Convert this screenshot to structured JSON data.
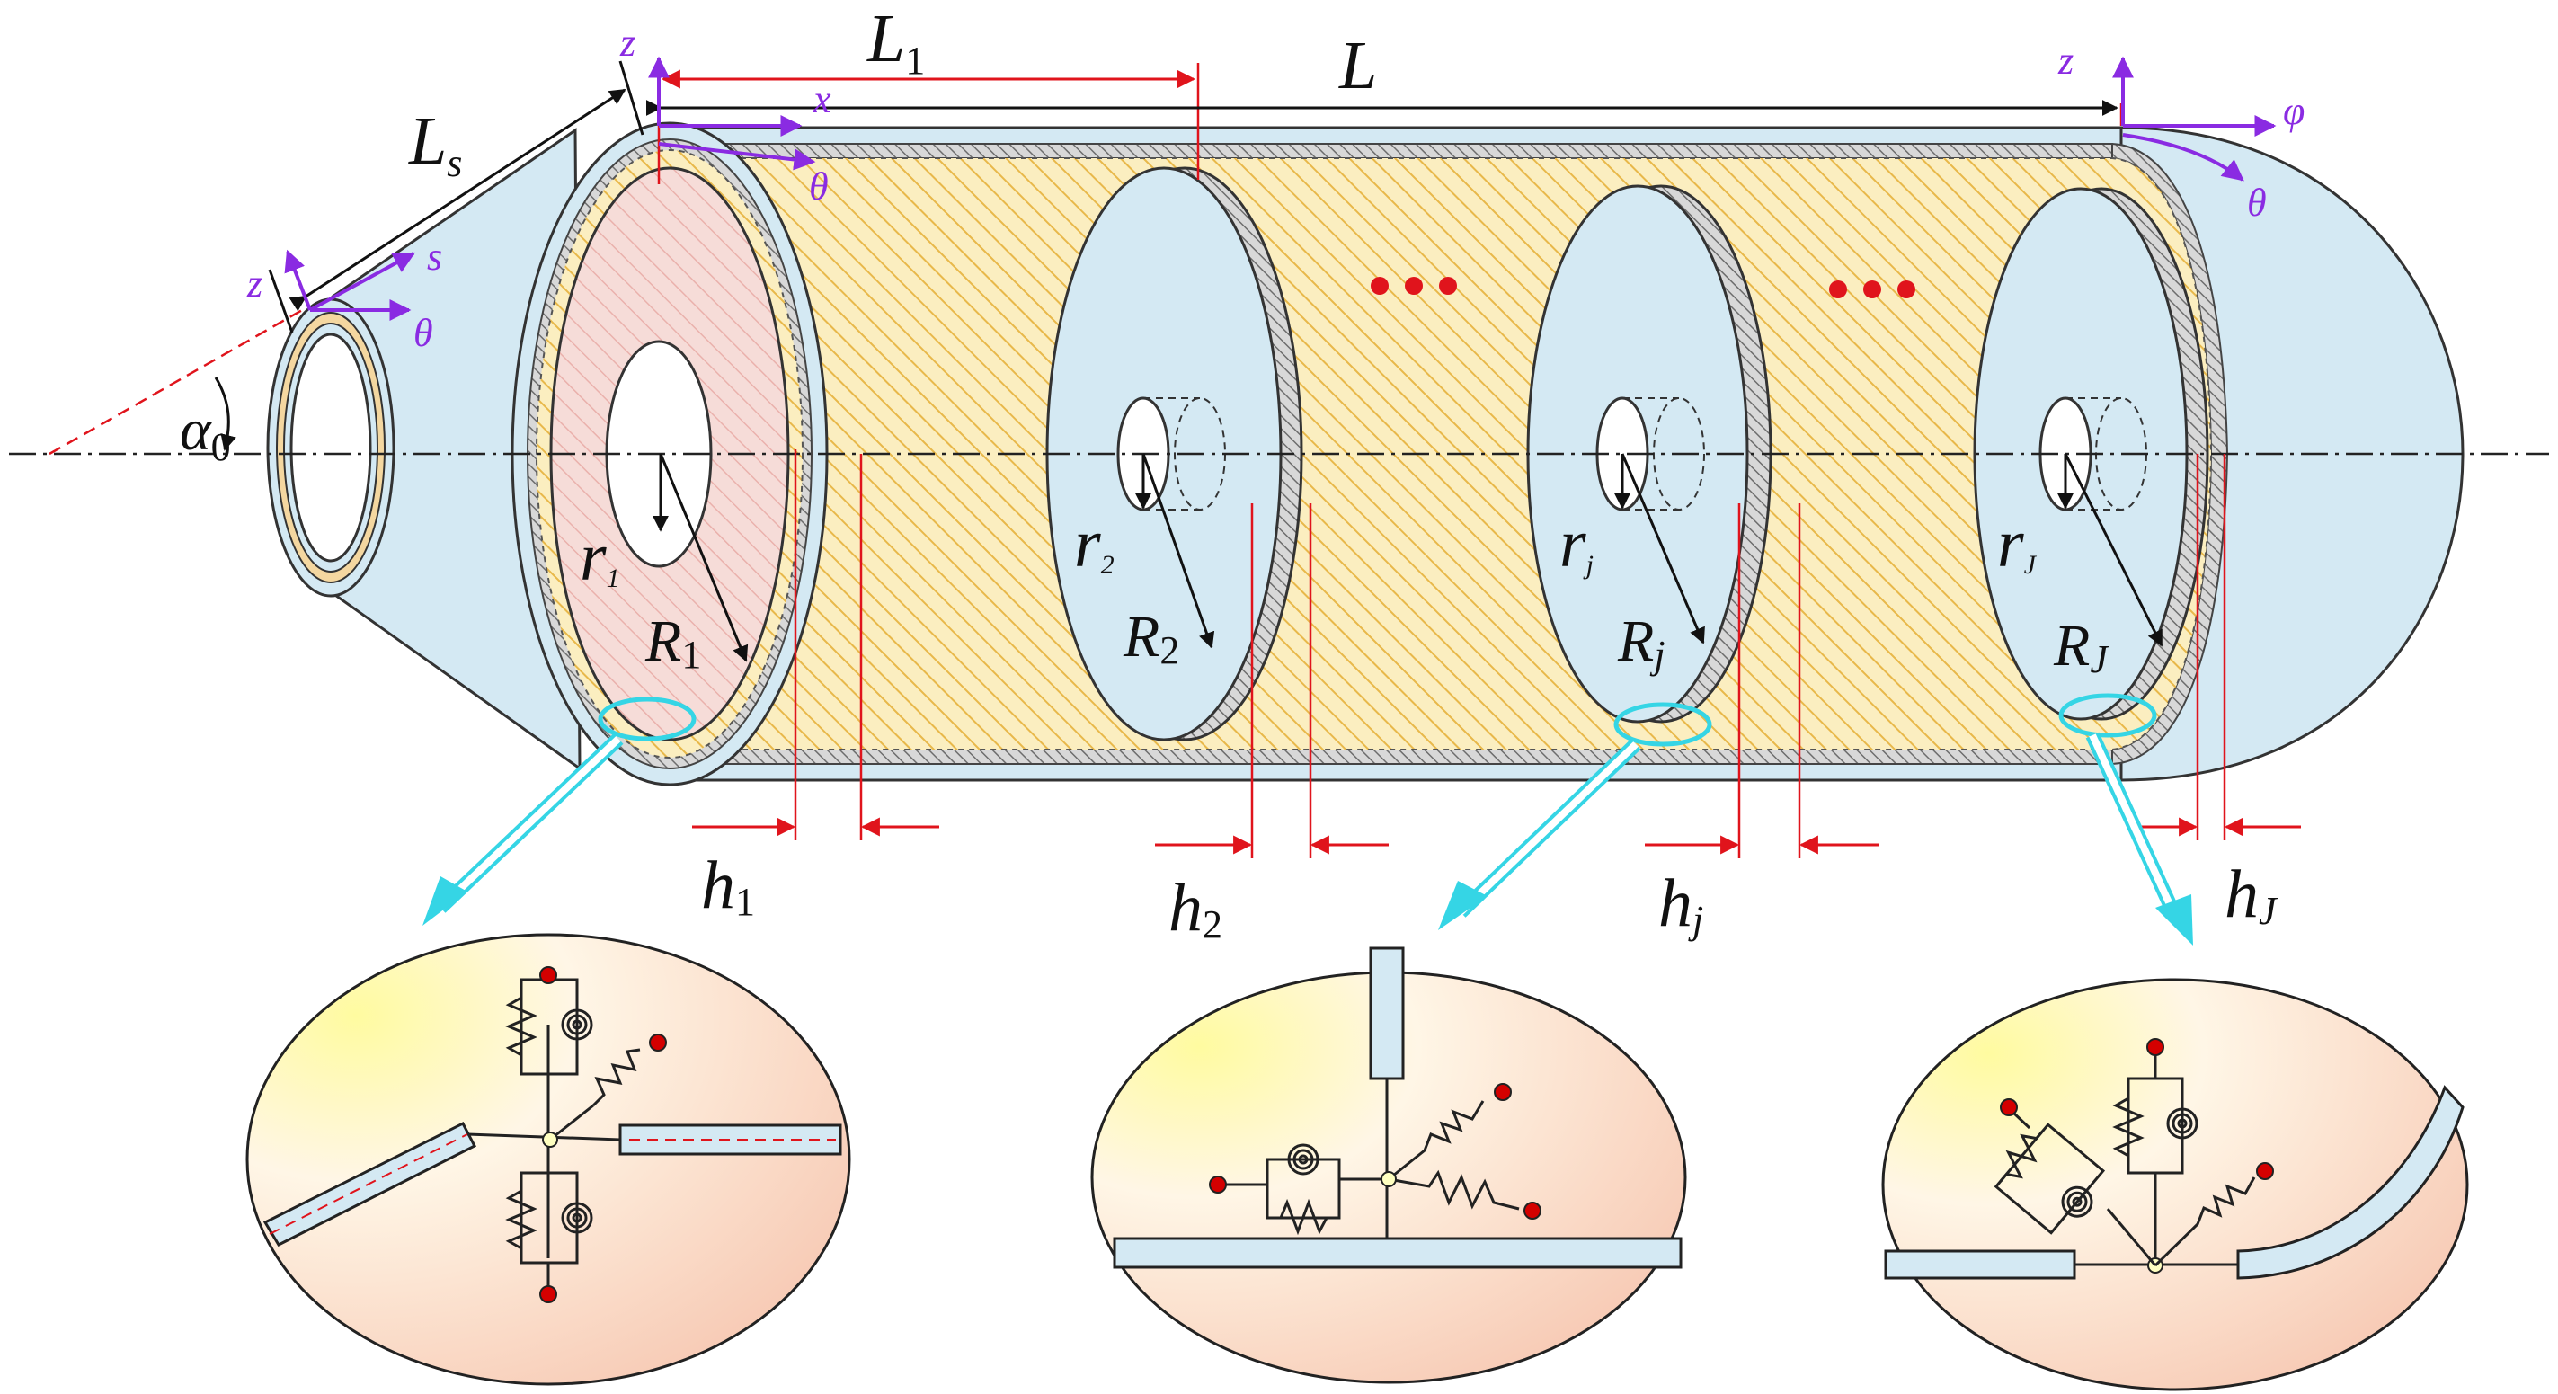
{
  "labels": {
    "Ls": {
      "main": "L",
      "sub": "s"
    },
    "L1": {
      "main": "L",
      "sub": "1"
    },
    "L": {
      "main": "L"
    },
    "alpha0": {
      "main": "α",
      "sub": "0"
    },
    "r1": {
      "main": "r",
      "sub": "1"
    },
    "r2": {
      "main": "r",
      "sub": "2"
    },
    "rj": {
      "main": "r",
      "sub": "j"
    },
    "rJ": {
      "main": "r",
      "sub": "J"
    },
    "R1": {
      "main": "R",
      "sub": "1"
    },
    "R2": {
      "main": "R",
      "sub": "2"
    },
    "Rj": {
      "main": "R",
      "sub": "j"
    },
    "RJ": {
      "main": "R",
      "sub": "J"
    },
    "h1": {
      "main": "h",
      "sub": "1"
    },
    "h2": {
      "main": "h",
      "sub": "2"
    },
    "hj": {
      "main": "h",
      "sub": "j"
    },
    "hJ": {
      "main": "h",
      "sub": "J"
    }
  },
  "axes": {
    "cone": {
      "z": "z",
      "s": "s",
      "theta": "θ"
    },
    "cylinder": {
      "z": "z",
      "x": "x",
      "theta": "θ"
    },
    "cap": {
      "z": "z",
      "phi": "φ",
      "theta": "θ"
    }
  },
  "colors": {
    "shell_fill": "#d4e9f3",
    "cavity_fill": "#fbeec0",
    "hatch": "#e8b84a",
    "plate_fill": "#f6dcd8",
    "dimension": "#e0141c",
    "axis": "#8a2be2",
    "callout": "#35d5e5",
    "spring_node": "#d40000"
  }
}
